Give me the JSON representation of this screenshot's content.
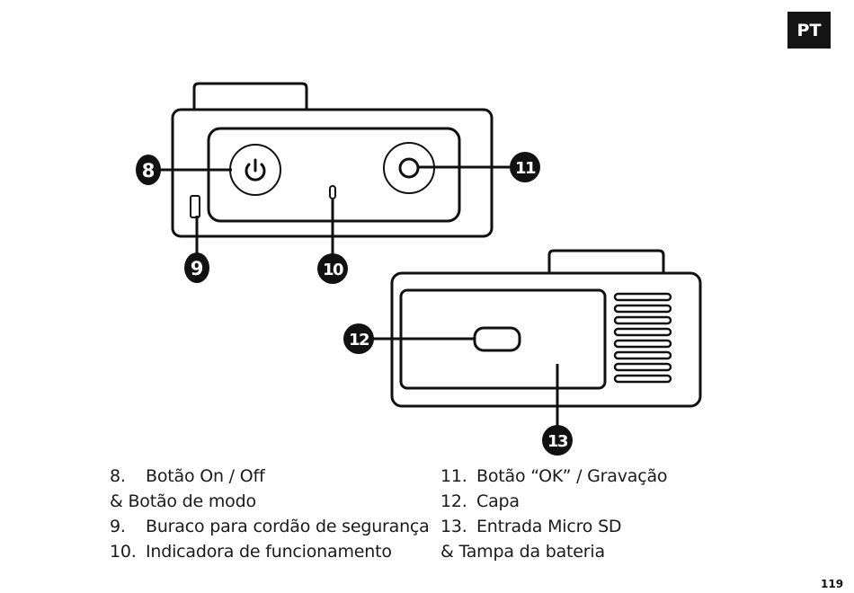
{
  "language_badge": "PT",
  "page_number": "119",
  "callouts": {
    "c8": "8",
    "c9": "9",
    "c10": "10",
    "c11": "11",
    "c12": "12",
    "c13": "13"
  },
  "legend": [
    {
      "num": "8.",
      "lines": [
        "Botão On / Off",
        "& Botão de modo"
      ]
    },
    {
      "num": "9.",
      "lines": [
        "Buraco para cordão de segurança"
      ]
    },
    {
      "num": "10.",
      "lines": [
        "Indicadora de funcionamento"
      ]
    },
    {
      "num": "11.",
      "lines": [
        "Botão “OK” / Gravação"
      ]
    },
    {
      "num": "12.",
      "lines": [
        "Capa"
      ]
    },
    {
      "num": "13.",
      "lines": [
        "Entrada Micro SD",
        "& Tampa da bateria"
      ]
    }
  ],
  "icons": {
    "power": "power-icon",
    "ok_button": "ok-button-icon"
  }
}
